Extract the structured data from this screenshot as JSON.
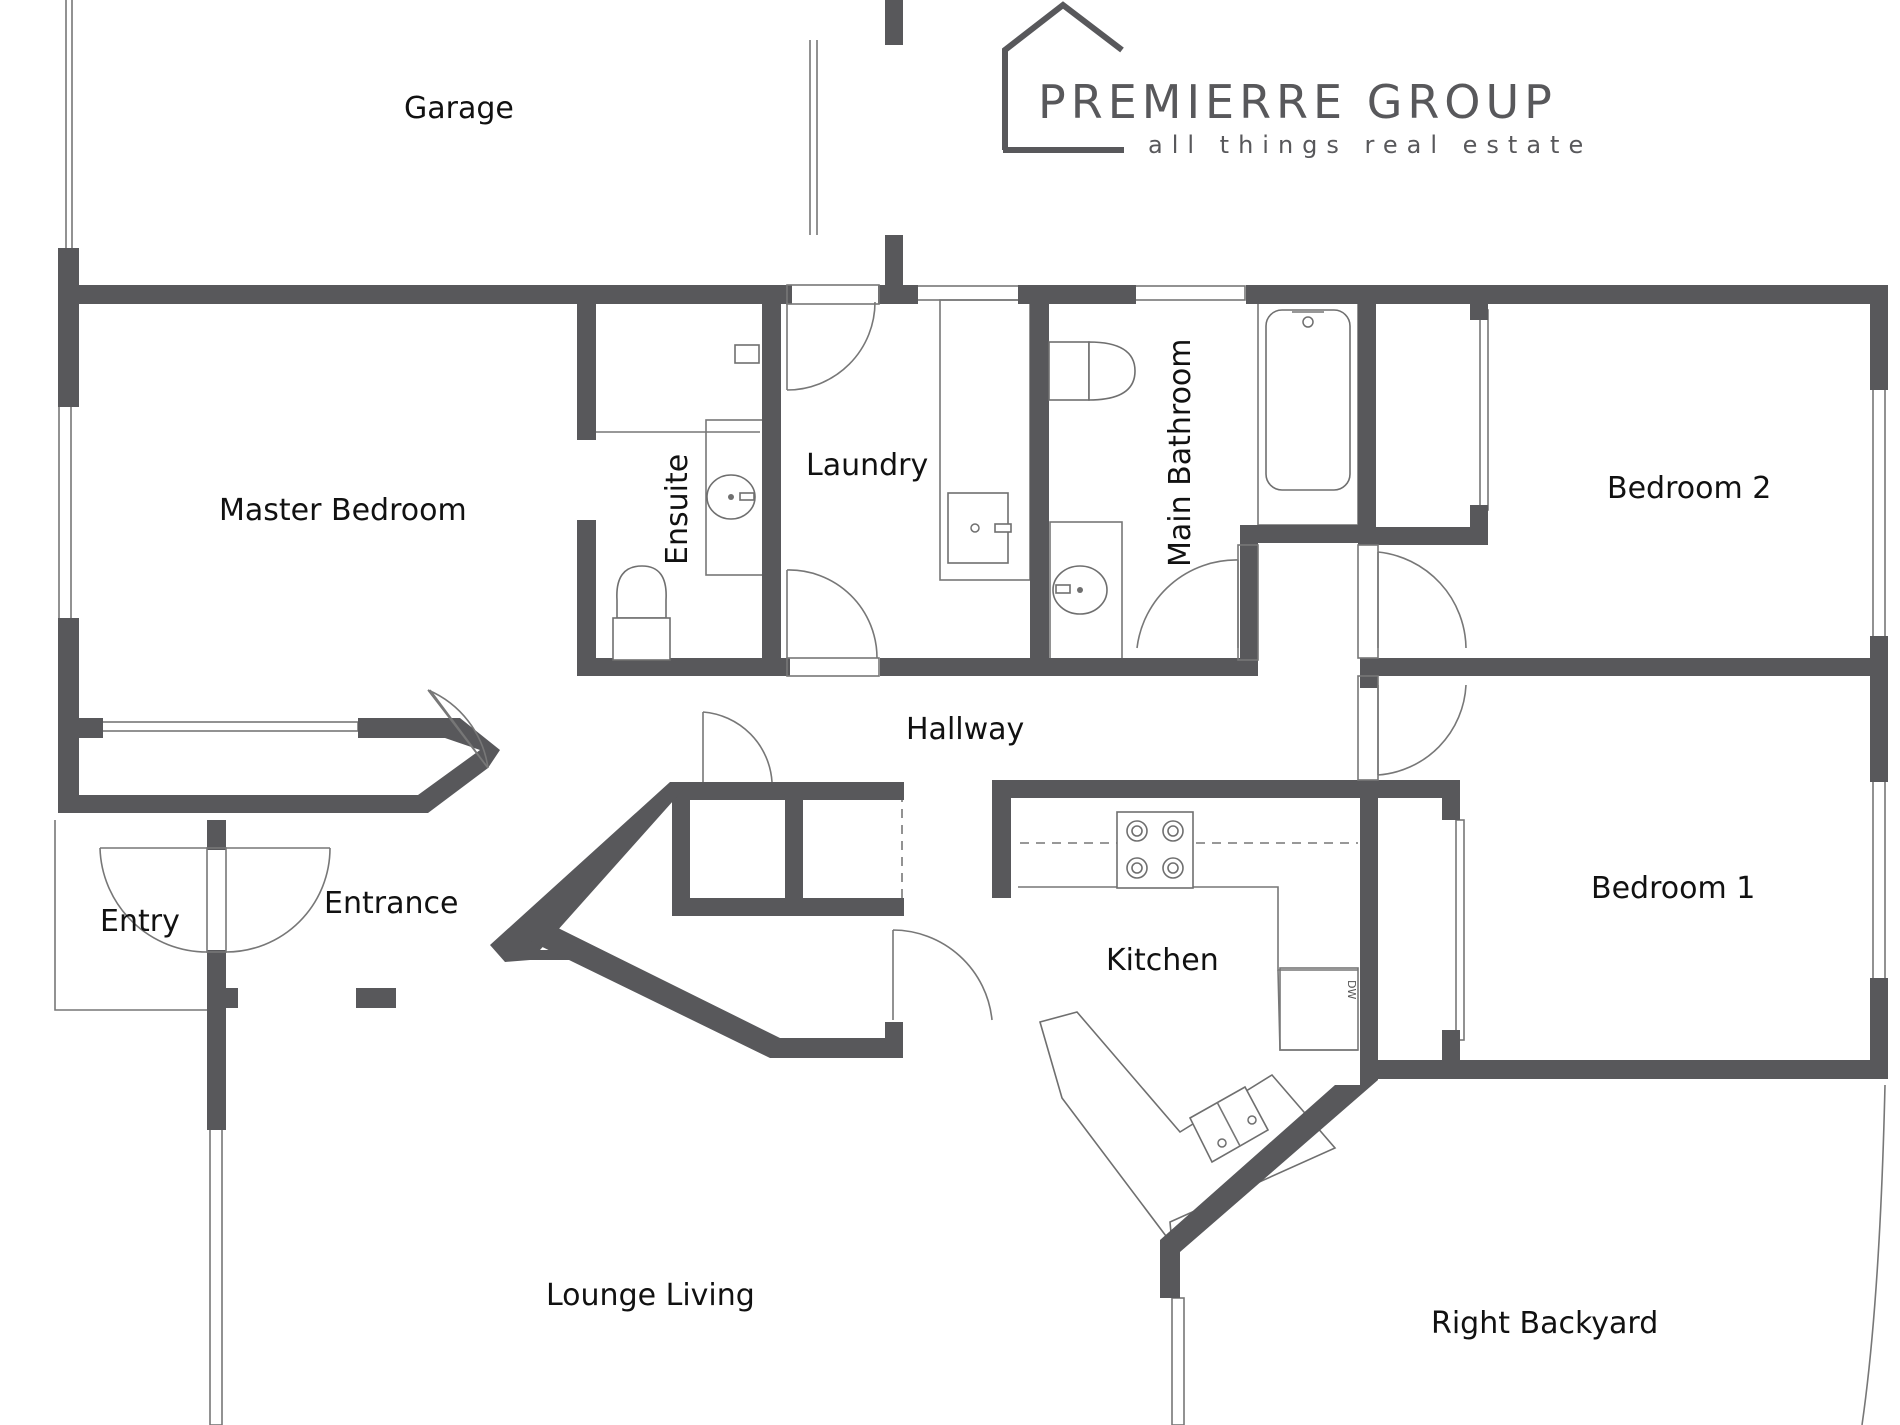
{
  "brand": {
    "name": "PREMIERRE GROUP",
    "tagline": "all things real estate"
  },
  "rooms": {
    "garage": "Garage",
    "master_bedroom": "Master Bedroom",
    "ensuite": "Ensuite",
    "laundry": "Laundry",
    "main_bathroom": "Main Bathroom",
    "bedroom_2": "Bedroom 2",
    "hallway": "Hallway",
    "bedroom_1": "Bedroom 1",
    "entry": "Entry",
    "entrance": "Entrance",
    "kitchen": "Kitchen",
    "lounge_living": "Lounge Living",
    "right_backyard": "Right Backyard"
  },
  "fixtures": {
    "dishwasher": "DW"
  },
  "colors": {
    "wall": "#58585b",
    "line": "#777777",
    "text": "#111111"
  }
}
